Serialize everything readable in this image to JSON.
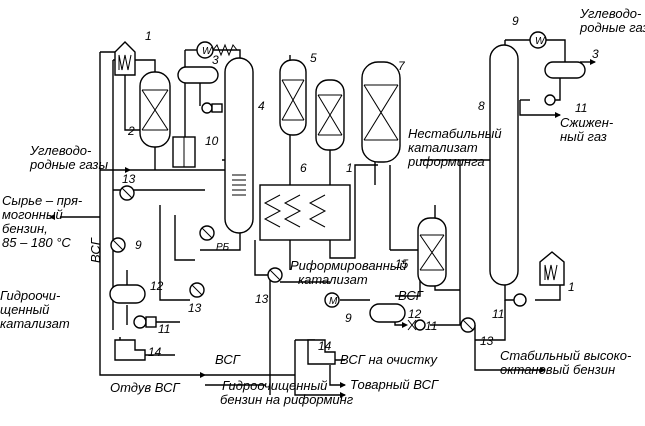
{
  "labels": {
    "top_gases": [
      "Углеводо-",
      "родные газы"
    ],
    "left_gases": [
      "Углеводо-",
      "родные газы"
    ],
    "raw": [
      "Сырье – пря-",
      "могонный",
      "бензин,",
      "85 – 180 °С"
    ],
    "hydro_cat": [
      "Гидроочи-",
      "щенный",
      "катализат"
    ],
    "unstable": [
      "Нестабильный",
      "катализат",
      "риформинга"
    ],
    "liquefied": [
      "Сжижен-",
      "ный газ"
    ],
    "reformed": [
      "Риформированный",
      "катализат"
    ],
    "stable": [
      "Стабильный высоко-",
      "октановый бензин"
    ],
    "hydro_petrol": [
      "Гидроочищенный",
      "бензин на риформинг"
    ],
    "commercial_vsg": "Товарный ВСГ",
    "vsg_clean": "ВСГ на очистку",
    "vsg_blowoff": "Отдув ВСГ",
    "vsg": "ВСГ",
    "rb": "РБ",
    "w": "W",
    "m": "M"
  },
  "numbers": {
    "n1": "1",
    "n2": "2",
    "n3": "3",
    "n4": "4",
    "n5": "5",
    "n6": "6",
    "n7": "7",
    "n8": "8",
    "n9": "9",
    "n10": "10",
    "n11": "11",
    "n12": "12",
    "n13": "13",
    "n14": "14",
    "n15": "15"
  }
}
